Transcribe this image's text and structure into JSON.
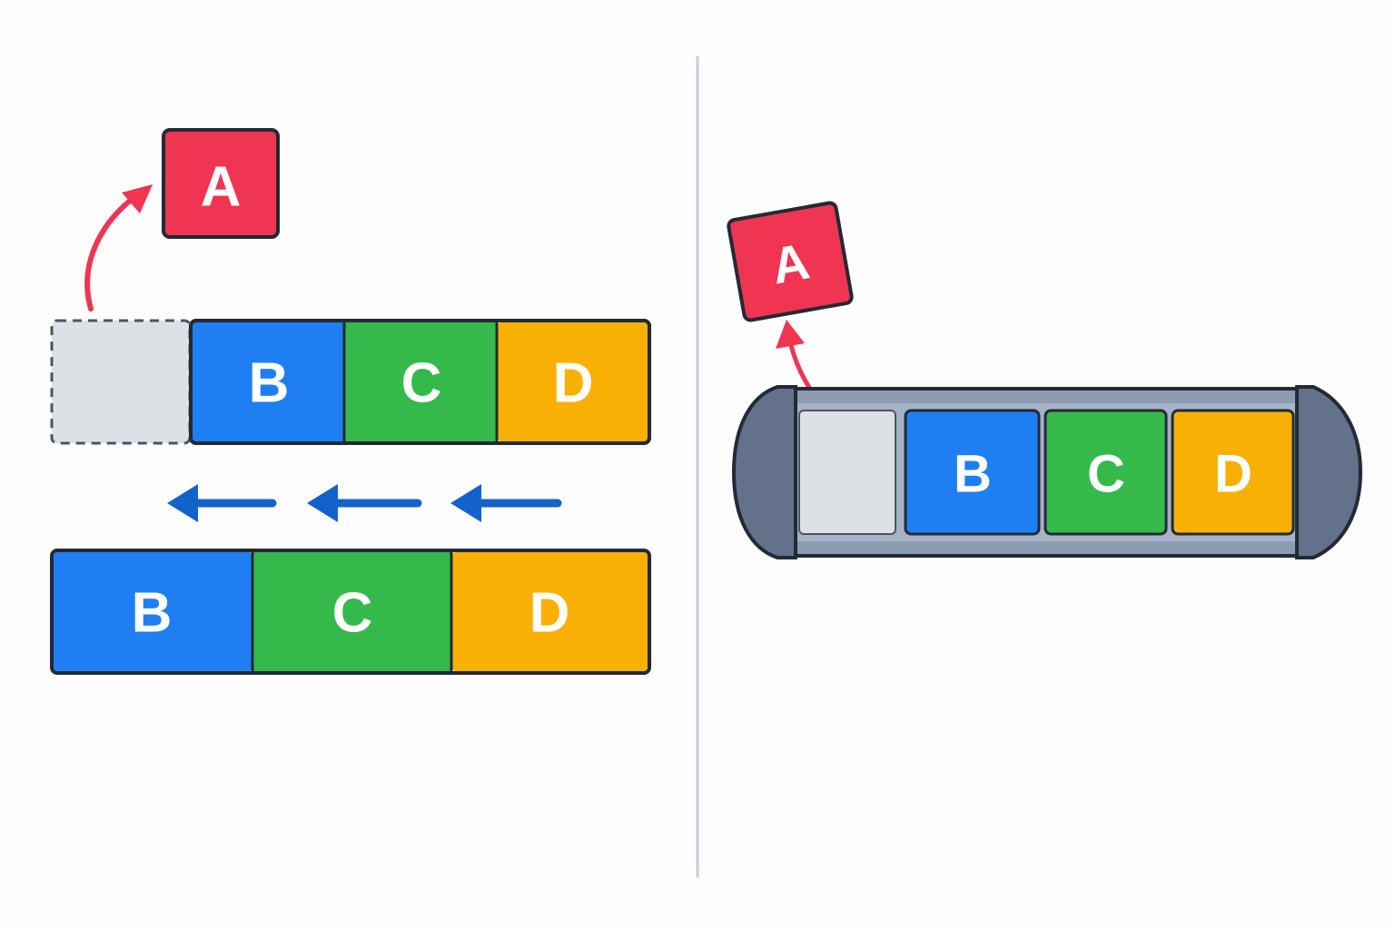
{
  "colors": {
    "a": "#ef3552",
    "b": "#1f7ff2",
    "c": "#35b94a",
    "d": "#f9b005",
    "empty": "#dde1e6",
    "outline": "#222a36",
    "shift_arrow": "#1263c9",
    "divider": "#c4cde0",
    "tube": "#8d9cb3",
    "tube_cap": "#63728a"
  },
  "left_panel": {
    "removed_block": {
      "label": "A",
      "icon": "remove-arrow-icon"
    },
    "before_array": {
      "cells": [
        "",
        "B",
        "C",
        "D"
      ]
    },
    "shift_arrows": {
      "count": 3,
      "icon": "left-arrow-icon"
    },
    "after_array": {
      "cells": [
        "B",
        "C",
        "D"
      ]
    }
  },
  "right_panel": {
    "removed_block": {
      "label": "A",
      "icon": "dequeue-arrow-icon"
    },
    "queue_tube": {
      "cells": [
        "",
        "B",
        "C",
        "D"
      ]
    }
  }
}
